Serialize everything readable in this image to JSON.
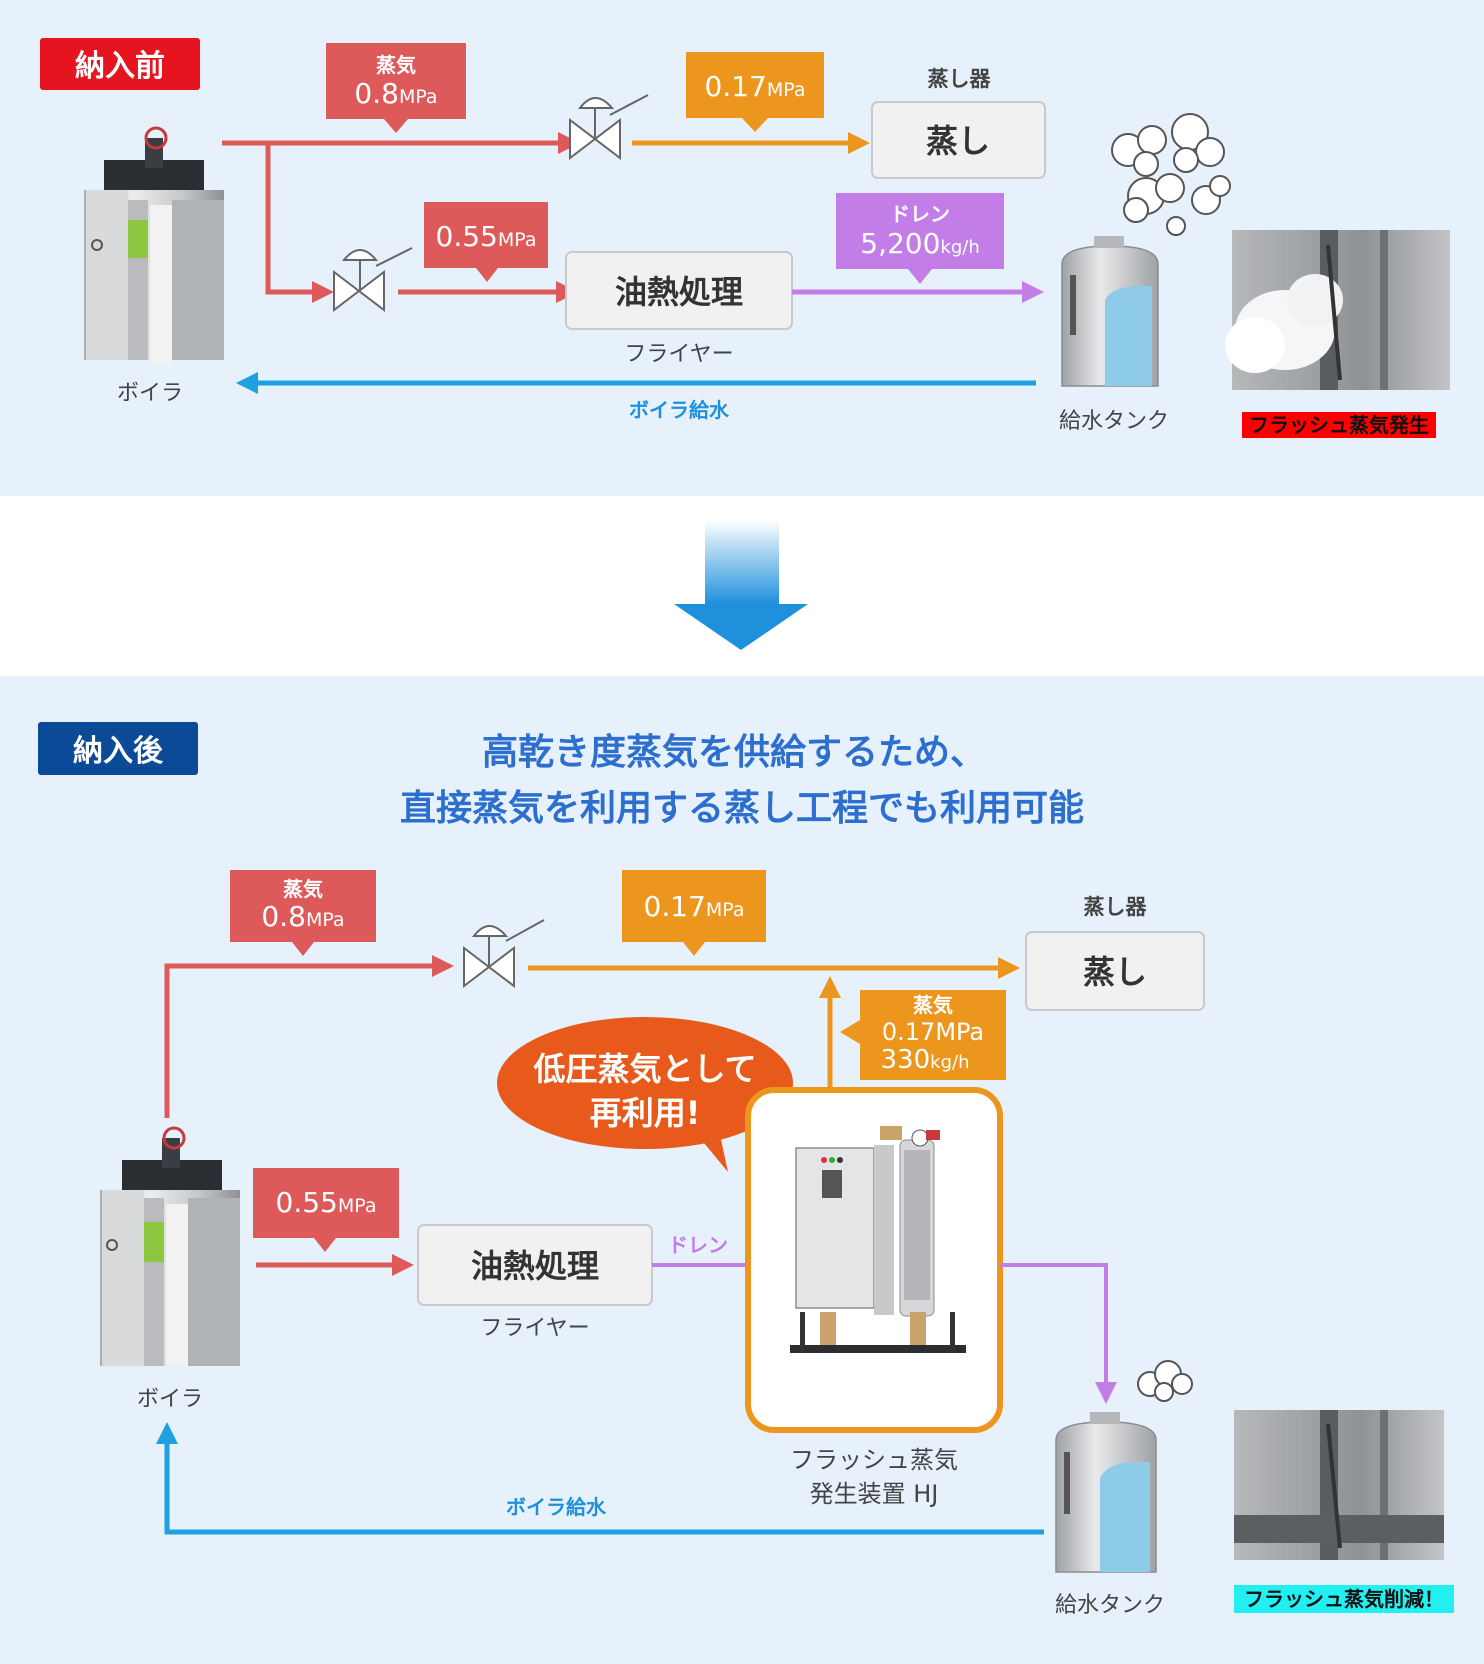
{
  "before": {
    "badge": "納入前",
    "steam_label": "蒸気",
    "steam_pressure": "0.8",
    "pressure_unit": "MPa",
    "reduced_pressure_1": "0.17",
    "reduced_pressure_2": "0.55",
    "steamer_caption": "蒸し器",
    "steamer_box": "蒸し",
    "fryer_box": "油熱処理",
    "fryer_caption": "フライヤー",
    "drain_label": "ドレン",
    "drain_flow": "5,200",
    "flow_unit": "kg/h",
    "boiler_caption": "ボイラ",
    "feedwater_label": "ボイラ給水",
    "tank_caption": "給水タンク",
    "photo_caption": "フラッシュ蒸気発生"
  },
  "after": {
    "badge": "納入後",
    "headline_1": "高乾き度蒸気を供給するため、",
    "headline_2": "直接蒸気を利用する蒸し工程でも利用可能",
    "steam_label": "蒸気",
    "steam_pressure": "0.8",
    "pressure_unit": "MPa",
    "reduced_pressure_1": "0.17",
    "reduced_pressure_2": "0.55",
    "steamer_caption": "蒸し器",
    "steamer_box": "蒸し",
    "fryer_box": "油熱処理",
    "fryer_caption": "フライヤー",
    "drain_label": "ドレン",
    "flash_steam_label": "蒸気",
    "flash_steam_pressure": "0.17MPa",
    "flash_steam_flow": "330",
    "flow_unit": "kg/h",
    "bubble_1": "低圧蒸気として",
    "bubble_2": "再利用!",
    "device_caption_1": "フラッシュ蒸気",
    "device_caption_2": "発生装置 HJ",
    "boiler_caption": "ボイラ",
    "feedwater_label": "ボイラ給水",
    "tank_caption": "給水タンク",
    "photo_caption": "フラッシュ蒸気削減！"
  },
  "colors": {
    "panel_bg": "#e6f1fc",
    "steam_red": "#de5a5a",
    "low_orange": "#ec961e",
    "drain_purple": "#c27ee6",
    "water_blue": "#1ea0e1",
    "badge_red": "#e6141e",
    "badge_navy": "#0b4a96",
    "headline_blue": "#2d6fcf",
    "bubble_orange": "#e85a1c"
  }
}
